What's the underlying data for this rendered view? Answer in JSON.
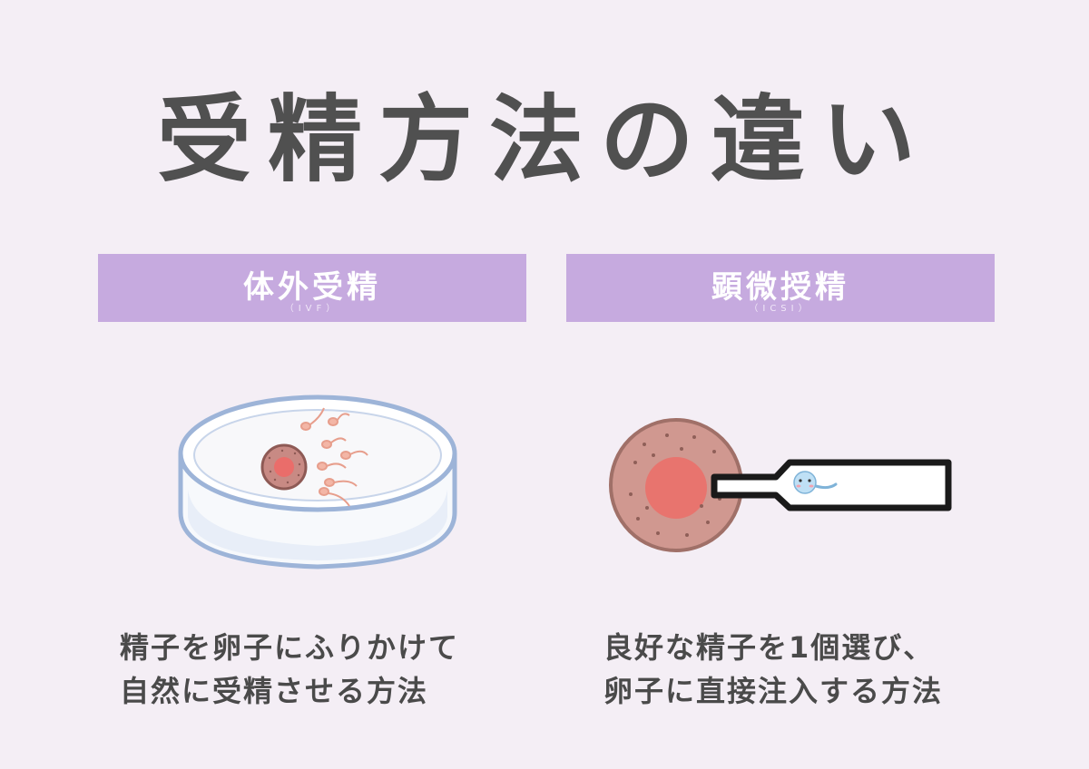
{
  "title": "受精方法の違い",
  "left": {
    "label": "体外受精",
    "sub": "（IVF）",
    "desc_line1": "精子を卵子にふりかけて",
    "desc_line2": "自然に受精させる方法"
  },
  "right": {
    "label": "顕微授精",
    "sub": "（ICSI）",
    "desc_line1": "良好な精子を1個選び、",
    "desc_line2": "卵子に直接注入する方法"
  }
}
